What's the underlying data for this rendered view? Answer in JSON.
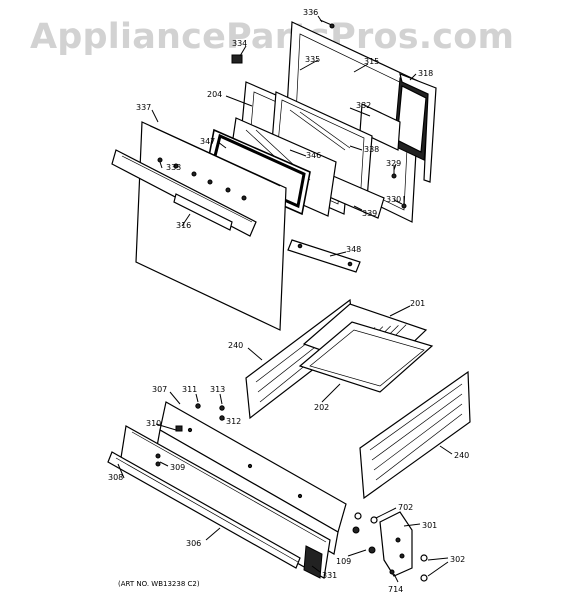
{
  "watermark": "AppliancePartsPros.com",
  "art_number": "(ART NO. WB13238 C2)",
  "part_labels": {
    "p336": "336",
    "p334": "334",
    "p335": "335",
    "p315": "315",
    "p318": "318",
    "p204": "204",
    "p337": "337",
    "p332": "332",
    "p347": "347",
    "p346": "346",
    "p338": "338",
    "p333": "333",
    "p329": "329",
    "p330": "330",
    "p339": "339",
    "p316": "316",
    "p348": "348",
    "p201": "201",
    "p240a": "240",
    "p202": "202",
    "p307": "307",
    "p311": "311",
    "p313": "313",
    "p312": "312",
    "p310": "310",
    "p240b": "240",
    "p309": "309",
    "p308": "308",
    "p702": "702",
    "p301": "301",
    "p306": "306",
    "p109": "109",
    "p302": "302",
    "p331": "331",
    "p714": "714"
  }
}
